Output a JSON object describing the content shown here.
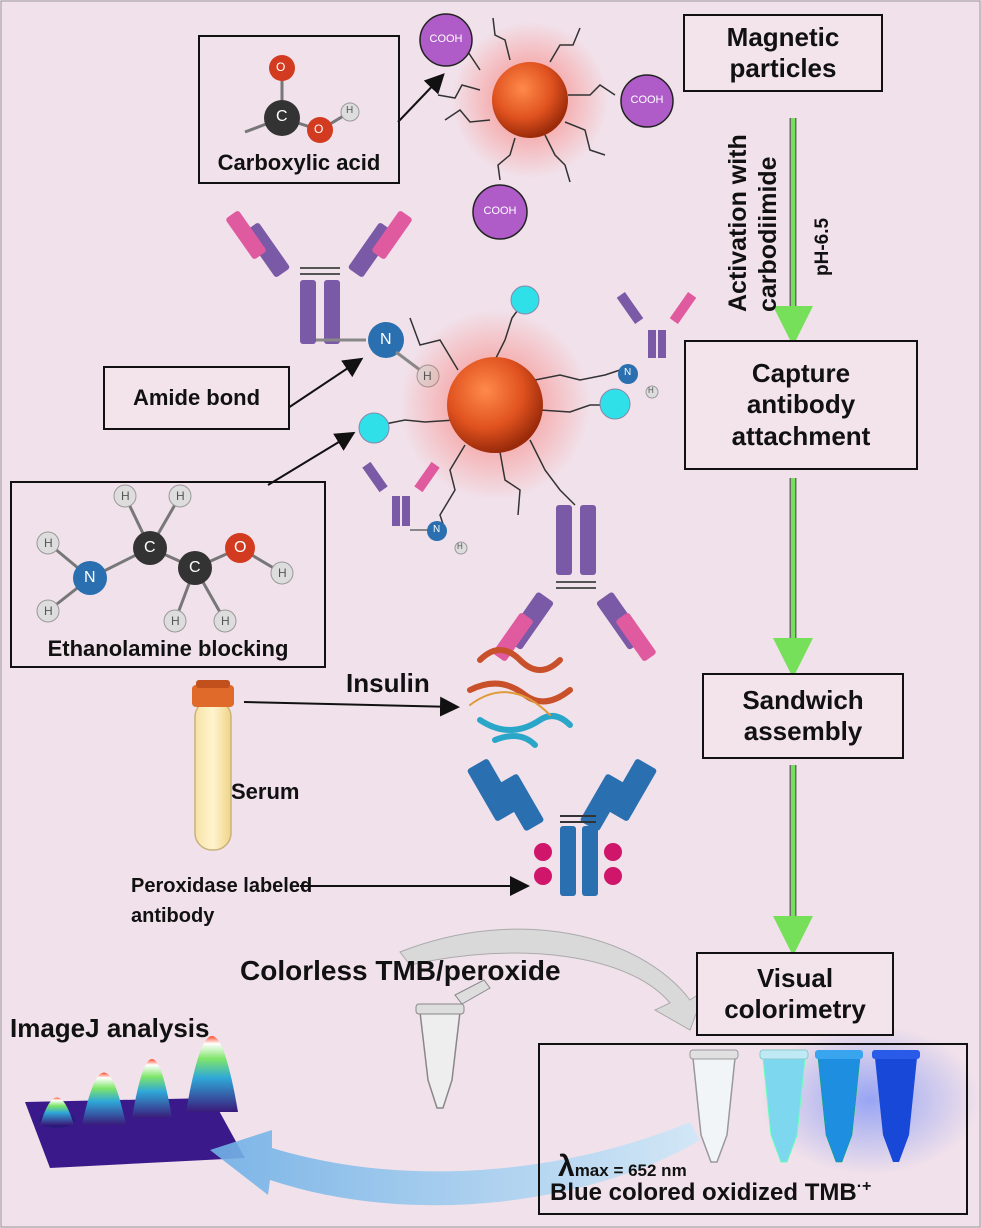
{
  "steps": {
    "magnetic": "Magnetic particles",
    "capture": "Capture antibody attachment",
    "sandwich": "Sandwich assembly",
    "visual": "Visual colorimetry"
  },
  "activation": {
    "line1": "Activation with",
    "line2": "carbodiimide",
    "ph": "pH-6.5"
  },
  "labels": {
    "carboxylic": "Carboxylic acid",
    "amide": "Amide bond",
    "ethanolamine": "Ethanolamine blocking",
    "insulin": "Insulin",
    "serum": "Serum",
    "peroxidase_1": "Peroxidase labeled",
    "peroxidase_2": "antibody",
    "tmb": "Colorless TMB/peroxide",
    "imagej": "ImageJ analysis",
    "lambda_sym": "λ",
    "lambda_sub": "max",
    "lambda_val": " = 652 nm",
    "blue_tmb": "Blue colored oxidized TMB",
    "tmb_charge": "·+"
  },
  "chem": {
    "cooh": "COOH",
    "o": "O",
    "c": "C",
    "h": "H",
    "n": "N"
  },
  "colors": {
    "background": "#f1e1ea",
    "particle": "#e0521f",
    "green_arrow": "#77e05a",
    "antibody_capture": "#7a5aa6",
    "antibody_detection": "#2a6fb0",
    "hrp": "#d0166a",
    "cooh_ball": "#b05cc8"
  }
}
